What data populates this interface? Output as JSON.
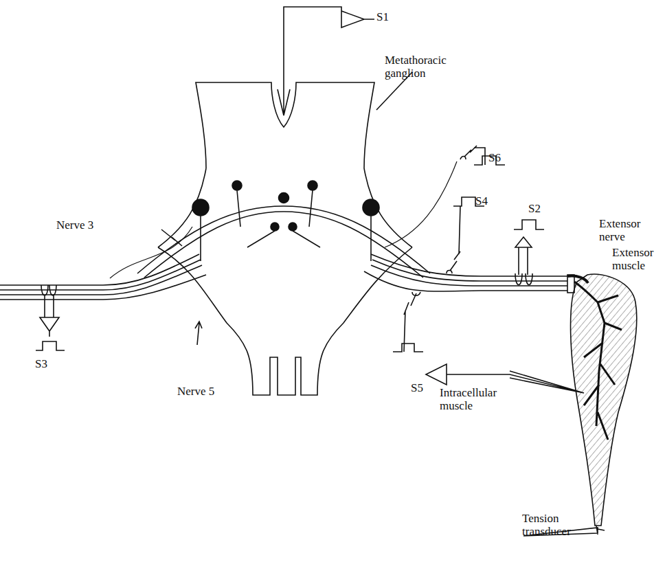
{
  "diagram": {
    "labels": [
      "S1",
      "Metathoracic ganglion",
      "Nerve 3",
      "Nerve 5",
      "S6",
      "S4",
      "S2",
      "S5",
      "S3",
      "Extensor nerve",
      "Extensor muscle",
      "Intracellular muscle",
      "Tension transducer"
    ]
  }
}
